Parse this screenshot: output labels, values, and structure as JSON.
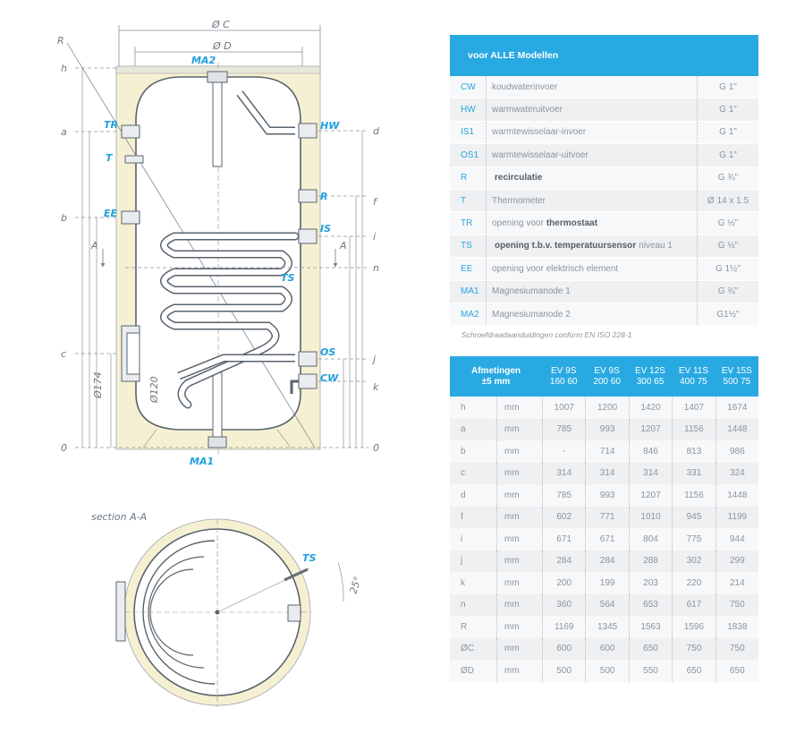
{
  "drawing": {
    "dim_oc": "Ø C",
    "dim_od": "Ø D",
    "dim_r": "R",
    "left_levels": [
      "h",
      "a",
      "b",
      "c",
      "0"
    ],
    "right_levels": [
      "d",
      "f",
      "i",
      "n",
      "j",
      "k",
      "0"
    ],
    "labels": {
      "ma2": "MA2",
      "ma1": "MA1",
      "hw": "HW",
      "r": "R",
      "is": "IS",
      "os": "OS",
      "cw": "CW",
      "tr": "TR",
      "t": "T",
      "ee": "EE",
      "ts": "TS",
      "a_left": "A",
      "a_right": "A",
      "d174": "Ø174",
      "d120": "Ø120"
    },
    "section_title": "section A-A",
    "section_ts": "TS",
    "section_angle": "25°"
  },
  "connections": {
    "header": "voor ALLE Modellen",
    "rows": [
      {
        "code": "CW",
        "parts": [
          "koudwaterinvoer"
        ],
        "value": "G 1\""
      },
      {
        "code": "HW",
        "parts": [
          "warmwateruitvoer"
        ],
        "value": "G 1\""
      },
      {
        "code": "IS1",
        "parts": [
          "warmtewisselaar-invoer"
        ],
        "value": "G 1\""
      },
      {
        "code": "OS1",
        "parts": [
          "warmtewisselaar-uitvoer"
        ],
        "value": "G 1\""
      },
      {
        "code": "R",
        "parts": [
          "",
          "recirculatie"
        ],
        "value": "G ¾\""
      },
      {
        "code": "T",
        "parts": [
          "Thermometer"
        ],
        "value": "Ø 14 x 1.5"
      },
      {
        "code": "TR",
        "parts": [
          "opening voor",
          "thermostaat"
        ],
        "value": "G ½\""
      },
      {
        "code": "TS",
        "parts": [
          "",
          "opening t.b.v. temperatuursensor",
          "niveau 1"
        ],
        "value": "G ½\""
      },
      {
        "code": "EE",
        "parts": [
          "opening voor elektrisch element"
        ],
        "value": "G 1½\""
      },
      {
        "code": "MA1",
        "parts": [
          "Magnesiumanode 1"
        ],
        "value": "G ¾\""
      },
      {
        "code": "MA2",
        "parts": [
          "Magnesiumanode 2"
        ],
        "value": "G1½\""
      }
    ],
    "note": "Schroefdraadaanduidingen conform EN ISO 228-1"
  },
  "dimensions": {
    "header_first_line1": "Afmetingen",
    "header_first_line2": "±5 mm",
    "models": [
      {
        "l1": "EV 9S",
        "l2": "160 60"
      },
      {
        "l1": "EV 9S",
        "l2": "200 60"
      },
      {
        "l1": "EV 12S",
        "l2": "300 65"
      },
      {
        "l1": "EV 11S",
        "l2": "400 75"
      },
      {
        "l1": "EV 15S",
        "l2": "500 75"
      }
    ],
    "rows": [
      {
        "key": "h",
        "unit": "mm",
        "values": [
          "1007",
          "1200",
          "1420",
          "1407",
          "1674"
        ]
      },
      {
        "key": "a",
        "unit": "mm",
        "values": [
          "785",
          "993",
          "1207",
          "1156",
          "1448"
        ]
      },
      {
        "key": "b",
        "unit": "mm",
        "values": [
          "-",
          "714",
          "846",
          "813",
          "986"
        ]
      },
      {
        "key": "c",
        "unit": "mm",
        "values": [
          "314",
          "314",
          "314",
          "331",
          "324"
        ]
      },
      {
        "key": "d",
        "unit": "mm",
        "values": [
          "785",
          "993",
          "1207",
          "1156",
          "1448"
        ]
      },
      {
        "key": "f",
        "unit": "mm",
        "values": [
          "602",
          "771",
          "1010",
          "945",
          "1199"
        ]
      },
      {
        "key": "i",
        "unit": "mm",
        "values": [
          "671",
          "671",
          "804",
          "775",
          "944"
        ]
      },
      {
        "key": "j",
        "unit": "mm",
        "values": [
          "284",
          "284",
          "288",
          "302",
          "299"
        ]
      },
      {
        "key": "k",
        "unit": "mm",
        "values": [
          "200",
          "199",
          "203",
          "220",
          "214"
        ]
      },
      {
        "key": "n",
        "unit": "mm",
        "values": [
          "360",
          "564",
          "653",
          "617",
          "750"
        ]
      },
      {
        "key": "R",
        "unit": "mm",
        "values": [
          "1169",
          "1345",
          "1563",
          "1596",
          "1838"
        ]
      },
      {
        "key": "ØC",
        "unit": "mm",
        "values": [
          "600",
          "600",
          "650",
          "750",
          "750"
        ]
      },
      {
        "key": "ØD",
        "unit": "mm",
        "values": [
          "500",
          "500",
          "550",
          "650",
          "650"
        ]
      }
    ]
  }
}
